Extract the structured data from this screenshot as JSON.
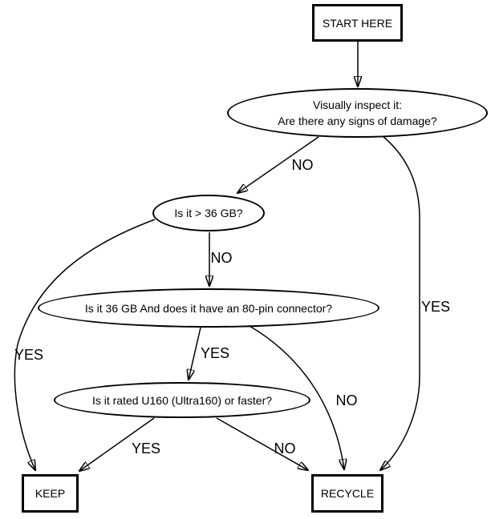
{
  "diagram": {
    "description": "Hard drive keep-or-recycle decision flowchart",
    "colors": {
      "background": "#ffffff",
      "stroke": "#000000",
      "text": "#000000"
    },
    "nodes": {
      "start": {
        "label": "START HERE"
      },
      "inspect": {
        "line1": "Visually inspect it:",
        "line2": "Are there any signs of damage?"
      },
      "size": {
        "label": "Is it > 36 GB?"
      },
      "pin": {
        "label": "Is it 36 GB And does it have an 80-pin connector?"
      },
      "u160": {
        "label": "Is it rated U160 (Ultra160) or faster?"
      },
      "keep": {
        "label": "KEEP"
      },
      "recycle": {
        "label": "RECYCLE"
      }
    },
    "edge_labels": {
      "inspect_no": "NO",
      "inspect_yes": "YES",
      "size_no": "NO",
      "size_yes": "YES",
      "pin_yes": "YES",
      "pin_no": "NO",
      "u160_yes": "YES",
      "u160_no": "NO"
    }
  }
}
